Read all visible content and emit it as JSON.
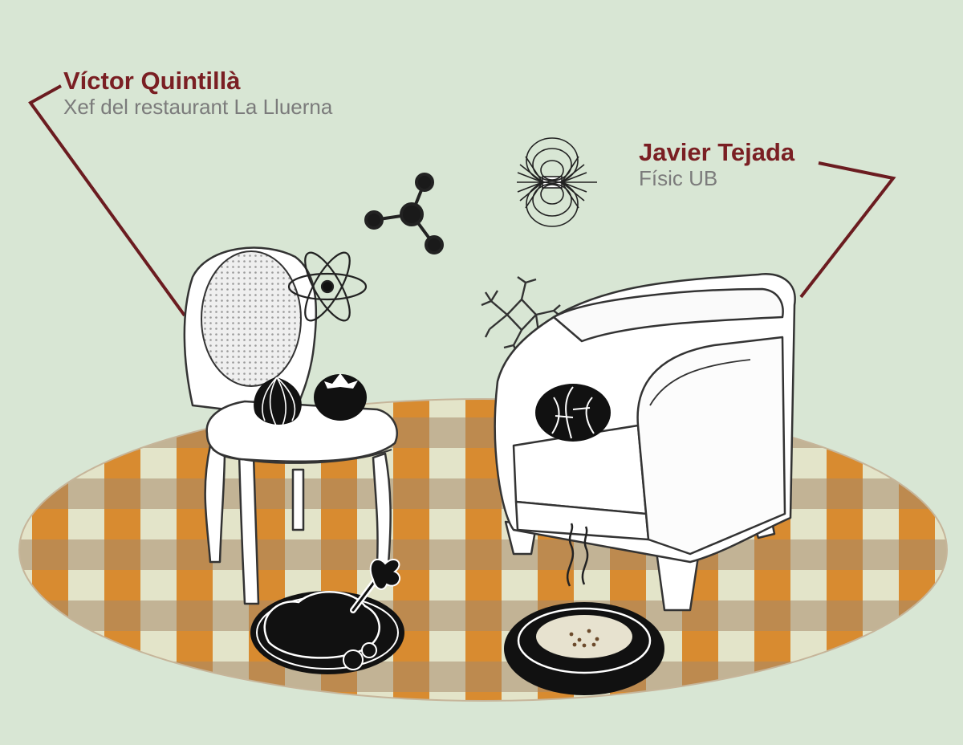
{
  "colors": {
    "background": "#d8e6d4",
    "name_text": "#7a1f23",
    "role_text": "#7b7b7b",
    "callout_line": "#6b1c20",
    "rug_orange": "#d6811f",
    "rug_brown": "#a88b69",
    "rug_cream": "#e3e4c9",
    "furniture_fill": "#ffffff",
    "ink": "#1a1a1a"
  },
  "left_person": {
    "name": "Víctor Quintillà",
    "role": "Xef del restaurant La Lluerna"
  },
  "right_person": {
    "name": "Javier Tejada",
    "role": "Físic UB"
  }
}
